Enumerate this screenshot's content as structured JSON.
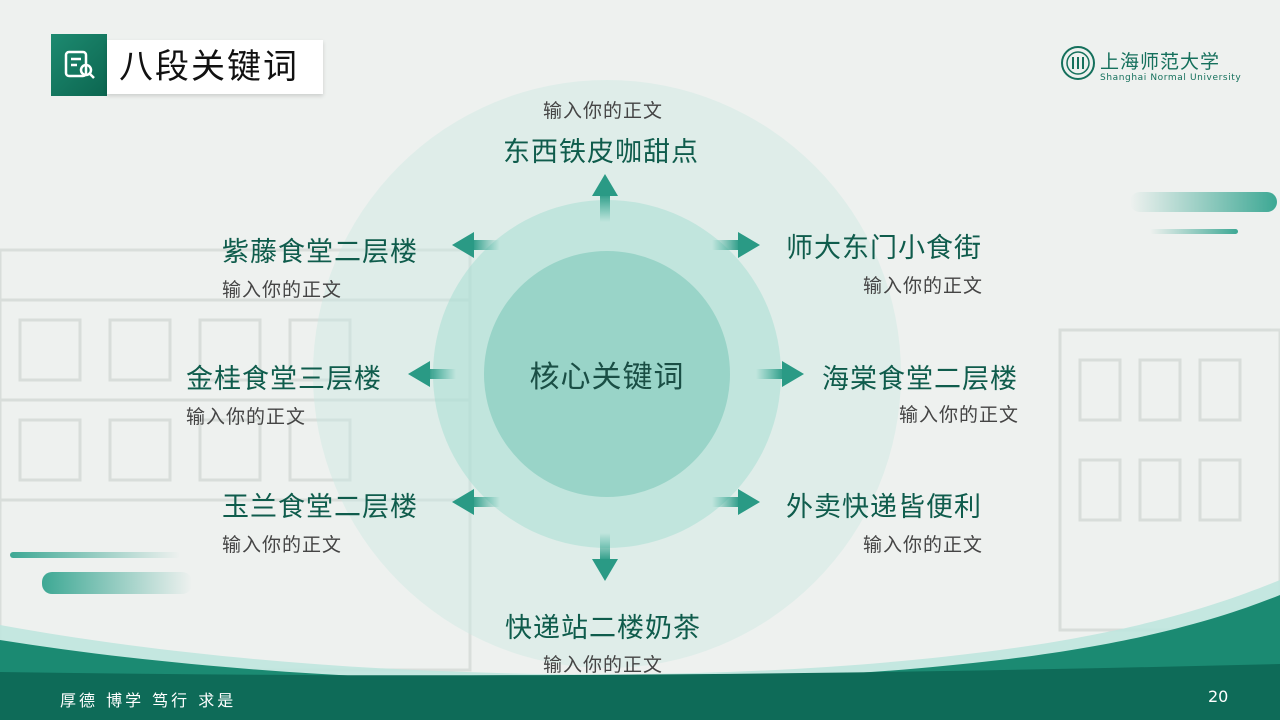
{
  "slide": {
    "title": "八段关键词",
    "page_number": "20",
    "motto": "厚德 博学 笃行 求是"
  },
  "logo": {
    "name_cn": "上海师范大学",
    "name_en": "Shanghai Normal University"
  },
  "center": {
    "label": "核心关键词"
  },
  "keywords": {
    "top": {
      "title": "东西铁皮咖甜点",
      "text": "输入你的正文"
    },
    "upper_left": {
      "title": "紫藤食堂二层楼",
      "text": "输入你的正文"
    },
    "upper_right": {
      "title": "师大东门小食街",
      "text": "输入你的正文"
    },
    "mid_left": {
      "title": "金桂食堂三层楼",
      "text": "输入你的正文"
    },
    "mid_right": {
      "title": "海棠食堂二层楼",
      "text": "输入你的正文"
    },
    "lower_left": {
      "title": "玉兰食堂二层楼",
      "text": "输入你的正文"
    },
    "lower_right": {
      "title": "外卖快递皆便利",
      "text": "输入你的正文"
    },
    "bottom": {
      "title": "快递站二楼奶茶",
      "text": "输入你的正文"
    }
  },
  "colors": {
    "primary": "#0e6b58",
    "accent": "#2aa590",
    "light": "#bfe6de",
    "background": "#eef1ef"
  }
}
